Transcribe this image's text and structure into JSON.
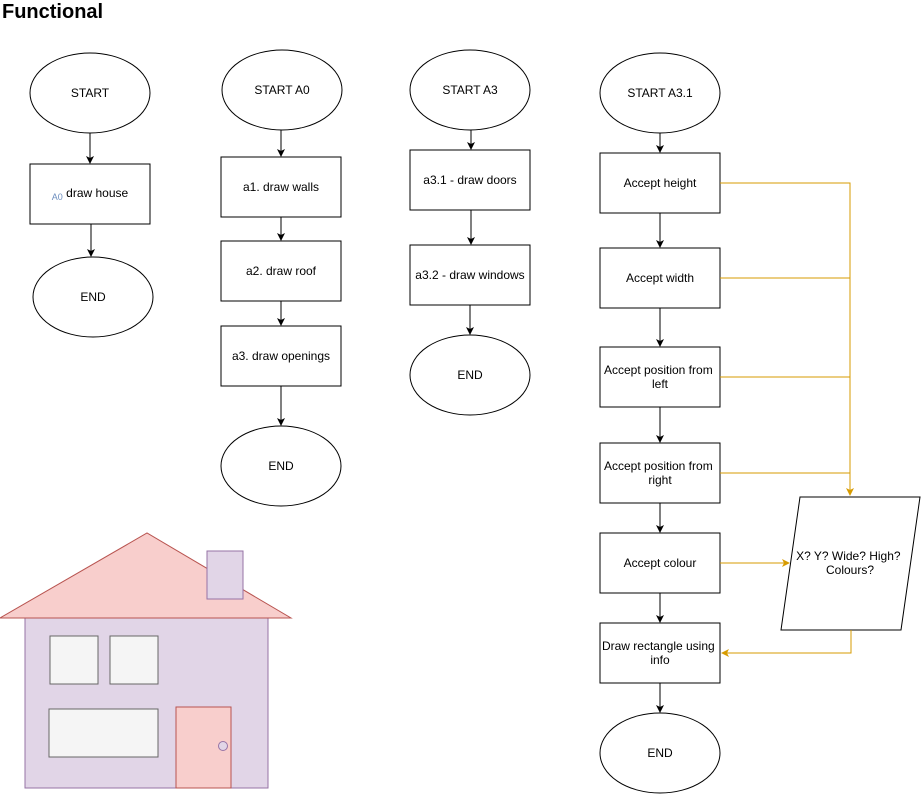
{
  "page": {
    "heading": "Functional"
  },
  "colors": {
    "line": "#000000",
    "data_flow": "#d79b00",
    "node_fill": "#ffffff",
    "a0_tag": "#6c8ebf",
    "house_body": "#e1d5e7",
    "house_body_border": "#9673a6",
    "roof_fill": "#f8cecc",
    "roof_border": "#b85450",
    "window_fill": "#f5f5f5",
    "window_border": "#666666"
  },
  "flows": {
    "main": {
      "start": "START",
      "step": {
        "tag": "A0",
        "label": "draw house"
      },
      "end": "END"
    },
    "a0": {
      "start": "START A0",
      "steps": [
        "a1. draw walls",
        "a2. draw roof",
        "a3. draw openings"
      ],
      "end": "END"
    },
    "a3": {
      "start": "START A3",
      "steps": [
        "a3.1 - draw doors",
        "a3.2 - draw windows"
      ],
      "end": "END"
    },
    "a31": {
      "start": "START A3.1",
      "steps": [
        [
          "Accept height"
        ],
        [
          "Accept width"
        ],
        [
          "Accept position from",
          "left"
        ],
        [
          "Accept position from",
          "right"
        ],
        [
          "Accept colour"
        ],
        [
          "Draw rectangle using",
          "info"
        ]
      ],
      "end": "END",
      "data_store": [
        "X? Y? Wide? High?",
        "Colours?"
      ]
    }
  },
  "house_illustration": {
    "parts": [
      "roof",
      "chimney",
      "walls",
      "window",
      "window",
      "window",
      "door",
      "doorknob"
    ]
  }
}
